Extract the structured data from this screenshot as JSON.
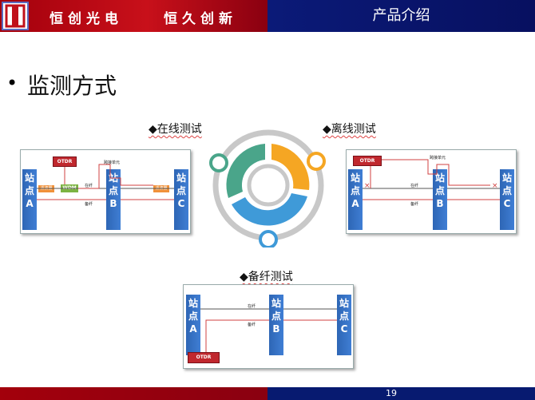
{
  "header": {
    "brand_left": "恒创光电",
    "brand_right": "恒久创新",
    "title": "产品介绍"
  },
  "main": {
    "bullet": "•",
    "heading": "监测方式",
    "sections": {
      "online": {
        "title": "◆在线测试"
      },
      "offline": {
        "title": "◆离线测试"
      },
      "spare": {
        "title": "◆备纤测试"
      }
    }
  },
  "labels": {
    "station_a": [
      "站",
      "点",
      "A"
    ],
    "station_b": [
      "站",
      "点",
      "B"
    ],
    "station_c": [
      "站",
      "点",
      "C"
    ],
    "otdr": "OTDR",
    "wdm": "WDM",
    "filter": "滤波器",
    "switch_unit": "跨接单元",
    "in_fiber": "在纤",
    "spare_fiber": "备纤",
    "cross": "×"
  },
  "footer": {
    "page": "19"
  },
  "colors": {
    "red": "#c0101a",
    "blue": "#071a70",
    "orange": "#f5a623",
    "teal": "#4aa58a",
    "lightblue": "#3f9ad8",
    "grey": "#c8c8c8"
  }
}
